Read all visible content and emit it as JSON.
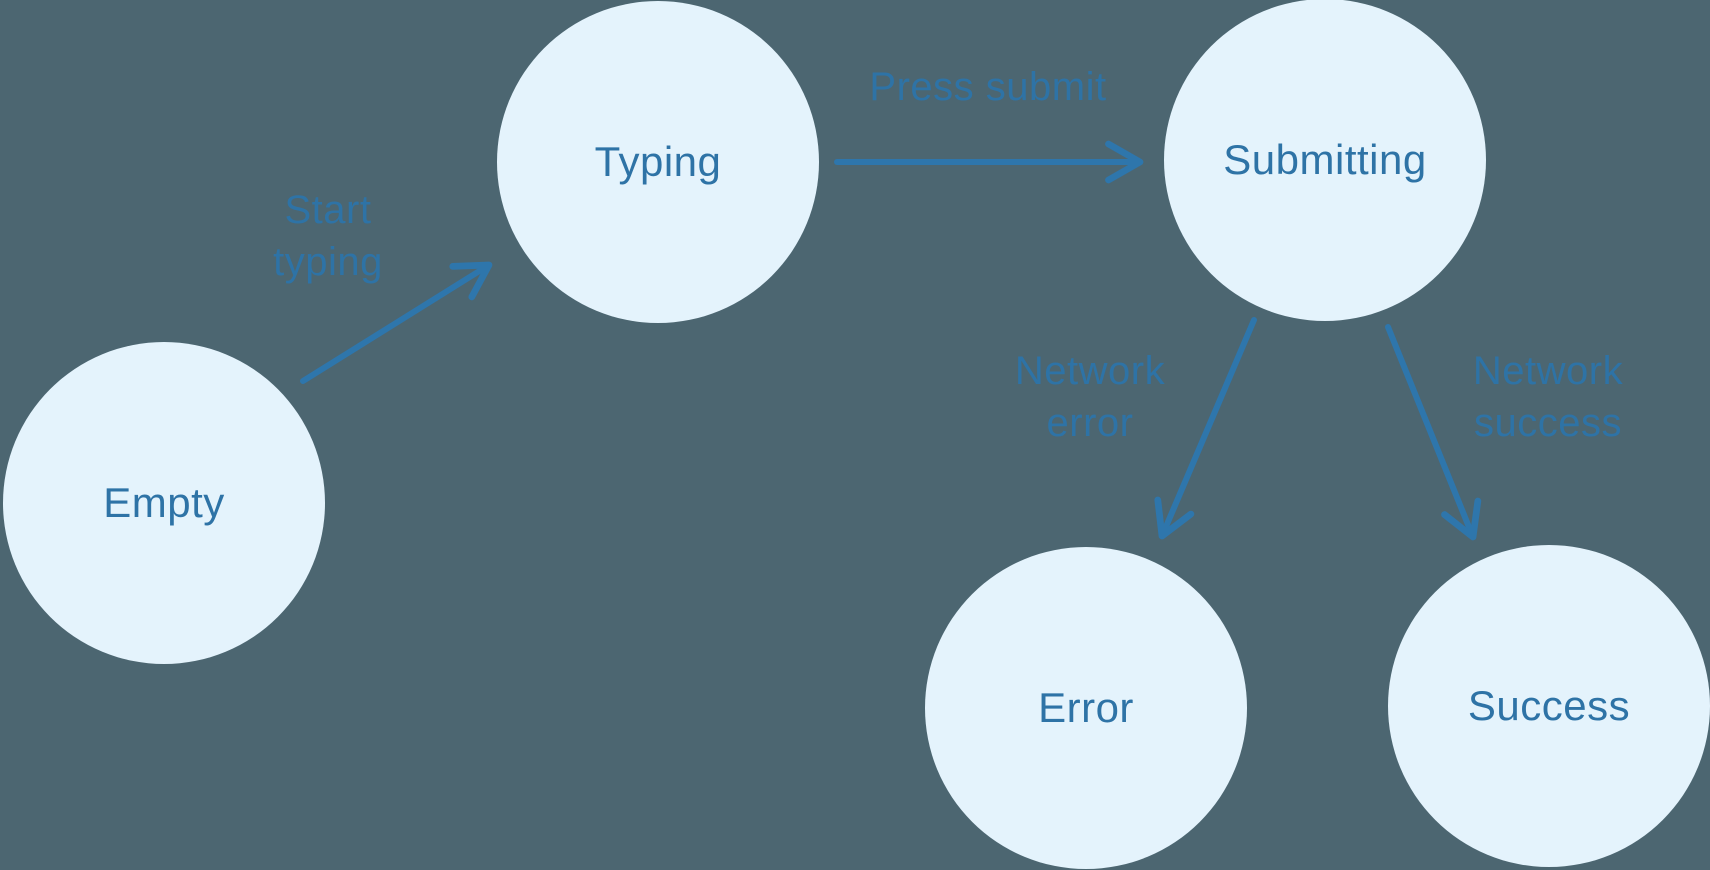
{
  "colors": {
    "background": "#4C6671",
    "node_fill": "#E4F3FC",
    "node_text": "#2E73A6",
    "edge_label_text": "#2E73A6",
    "arrow": "#2E76AC"
  },
  "nodes": {
    "empty": {
      "label": "Empty"
    },
    "typing": {
      "label": "Typing"
    },
    "submitting": {
      "label": "Submitting"
    },
    "error": {
      "label": "Error"
    },
    "success": {
      "label": "Success"
    }
  },
  "edges": {
    "start_typing": {
      "from": "Empty",
      "to": "Typing",
      "label_line1": "Start",
      "label_line2": "typing"
    },
    "press_submit": {
      "from": "Typing",
      "to": "Submitting",
      "label": "Press submit"
    },
    "network_error": {
      "from": "Submitting",
      "to": "Error",
      "label_line1": "Network",
      "label_line2": "error"
    },
    "network_success": {
      "from": "Submitting",
      "to": "Success",
      "label_line1": "Network",
      "label_line2": "success"
    }
  }
}
